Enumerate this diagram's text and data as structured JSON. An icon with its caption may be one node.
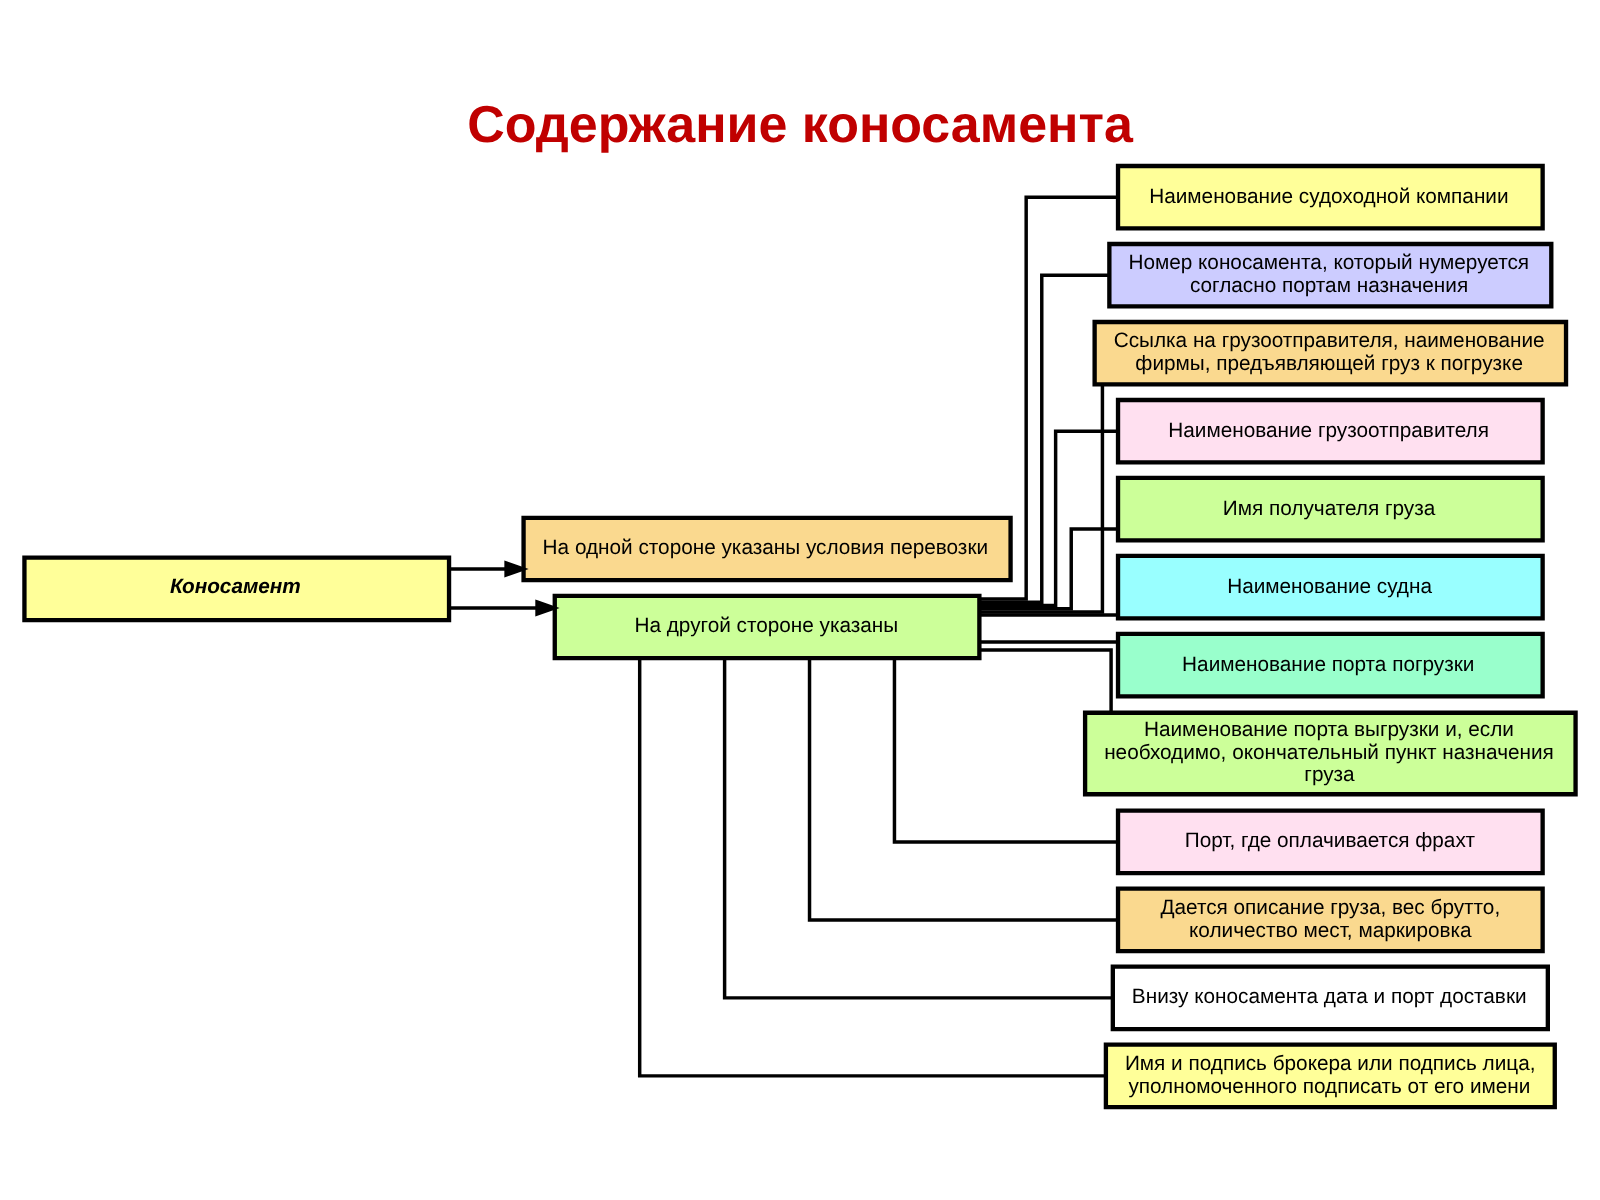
{
  "diagram": {
    "title": "Содержание коносамента",
    "nodes": [
      {
        "text": [
          "Коносамент"
        ]
      },
      {
        "text": [
          "На одной стороне указаны условия перевозки"
        ]
      },
      {
        "text": [
          "На другой стороне указаны"
        ]
      },
      {
        "text": [
          "Наименование судоходной компании"
        ]
      },
      {
        "text": [
          "Номер коносамента, который нумеруется согласно портам назначения"
        ]
      },
      {
        "text": [
          "Ссылка на грузоотправителя, наименование фирмы, предъявляющей груз к погрузке"
        ]
      },
      {
        "text": [
          "Наименование грузоотправителя"
        ]
      },
      {
        "text": [
          "Имя получателя груза"
        ]
      },
      {
        "text": [
          "Наименование судна"
        ]
      },
      {
        "text": [
          "Наименование порта погрузки"
        ]
      },
      {
        "text": [
          "Наименование порта выгрузки и, если необходимо, окончательный пункт назначения груза"
        ]
      },
      {
        "text": [
          "Порт, где оплачивается фрахт"
        ]
      },
      {
        "text": [
          "Дается описание груза, вес брутто, количество мест, маркировка"
        ]
      },
      {
        "text": [
          "Внизу коносамента дата и порт доставки"
        ]
      },
      {
        "text": [
          "Имя и подпись брокера или подпись лица, уполномоченного подписать от его имени"
        ]
      }
    ],
    "edges": [
      {
        "from": 0,
        "to": 1,
        "arrow": "to"
      },
      {
        "from": 0,
        "to": 2,
        "arrow": "to"
      },
      {
        "from": 2,
        "to": 3,
        "arrow": "none"
      },
      {
        "from": 2,
        "to": 4,
        "arrow": "none"
      },
      {
        "from": 2,
        "to": 5,
        "arrow": "none"
      },
      {
        "from": 2,
        "to": 6,
        "arrow": "none"
      },
      {
        "from": 2,
        "to": 7,
        "arrow": "none"
      },
      {
        "from": 2,
        "to": 8,
        "arrow": "none"
      },
      {
        "from": 2,
        "to": 9,
        "arrow": "none"
      },
      {
        "from": 2,
        "to": 10,
        "arrow": "none"
      },
      {
        "from": 2,
        "to": 11,
        "arrow": "none"
      },
      {
        "from": 2,
        "to": 12,
        "arrow": "none"
      },
      {
        "from": 2,
        "to": 13,
        "arrow": "none"
      },
      {
        "from": 2,
        "to": 14,
        "arrow": "none"
      }
    ]
  }
}
